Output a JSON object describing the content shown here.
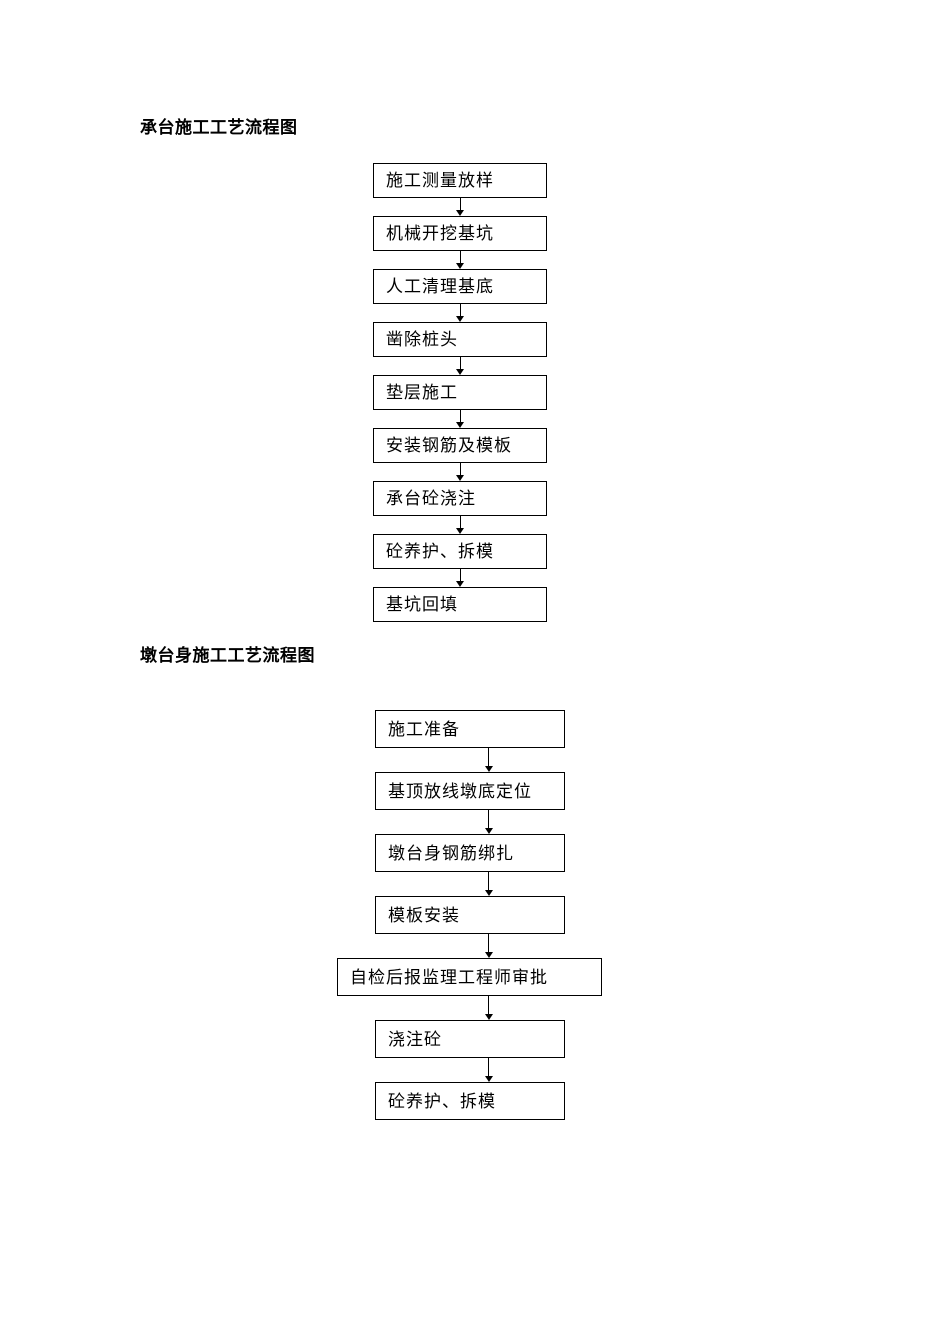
{
  "document": {
    "page_background": "#ffffff",
    "ink_color": "#000000"
  },
  "sections": [
    {
      "id": "chengtai",
      "title": "承台施工工艺流程图",
      "chart_data": {
        "type": "flowchart",
        "title": "承台施工工艺流程图",
        "orientation": "vertical",
        "node_count": 9,
        "nodes": [
          {
            "id": "n1",
            "label": "施工测量放样"
          },
          {
            "id": "n2",
            "label": "机械开挖基坑"
          },
          {
            "id": "n3",
            "label": "人工清理基底"
          },
          {
            "id": "n4",
            "label": "凿除桩头"
          },
          {
            "id": "n5",
            "label": "垫层施工"
          },
          {
            "id": "n6",
            "label": "安装钢筋及模板"
          },
          {
            "id": "n7",
            "label": "承台砼浇注"
          },
          {
            "id": "n8",
            "label": "砼养护、拆模"
          },
          {
            "id": "n9",
            "label": "基坑回填"
          }
        ],
        "edges": [
          {
            "from": "n1",
            "to": "n2",
            "arrow": "down"
          },
          {
            "from": "n2",
            "to": "n3",
            "arrow": "down"
          },
          {
            "from": "n3",
            "to": "n4",
            "arrow": "down"
          },
          {
            "from": "n4",
            "to": "n5",
            "arrow": "down"
          },
          {
            "from": "n5",
            "to": "n6",
            "arrow": "down"
          },
          {
            "from": "n6",
            "to": "n7",
            "arrow": "down"
          },
          {
            "from": "n7",
            "to": "n8",
            "arrow": "down"
          },
          {
            "from": "n8",
            "to": "n9",
            "arrow": "down"
          }
        ]
      }
    },
    {
      "id": "duntaishen",
      "title": "墩台身施工工艺流程图",
      "chart_data": {
        "type": "flowchart",
        "title": "墩台身施工工艺流程图",
        "orientation": "vertical",
        "node_count": 7,
        "nodes": [
          {
            "id": "m1",
            "label": "施工准备"
          },
          {
            "id": "m2",
            "label": "基顶放线墩底定位"
          },
          {
            "id": "m3",
            "label": "墩台身钢筋绑扎"
          },
          {
            "id": "m4",
            "label": "模板安装"
          },
          {
            "id": "m5",
            "label": "自检后报监理工程师审批"
          },
          {
            "id": "m6",
            "label": "浇注砼"
          },
          {
            "id": "m7",
            "label": "砼养护、拆模"
          }
        ],
        "edges": [
          {
            "from": "m1",
            "to": "m2",
            "arrow": "down"
          },
          {
            "from": "m2",
            "to": "m3",
            "arrow": "down"
          },
          {
            "from": "m3",
            "to": "m4",
            "arrow": "down"
          },
          {
            "from": "m4",
            "to": "m5",
            "arrow": "down"
          },
          {
            "from": "m5",
            "to": "m6",
            "arrow": "down"
          },
          {
            "from": "m6",
            "to": "m7",
            "arrow": "down"
          }
        ]
      }
    }
  ]
}
